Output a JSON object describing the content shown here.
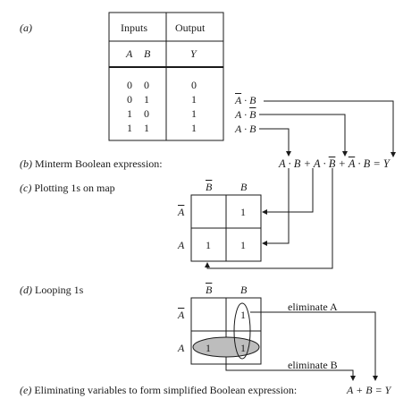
{
  "parts": {
    "a": "(a)",
    "b_label": "(b)",
    "b_text": "Minterm Boolean expression:",
    "c_label": "(c)",
    "c_text": "Plotting 1s on map",
    "d_label": "(d)",
    "d_text": "Looping 1s",
    "e_label": "(e)",
    "e_text": "Eliminating variables to form simplified Boolean expression:"
  },
  "truth_table": {
    "header_inputs": "Inputs",
    "header_output": "Output",
    "col_a": "A",
    "col_b": "B",
    "col_y": "Y",
    "rows": [
      {
        "a": "0",
        "b": "0",
        "y": "0"
      },
      {
        "a": "0",
        "b": "1",
        "y": "1"
      },
      {
        "a": "1",
        "b": "0",
        "y": "1"
      },
      {
        "a": "1",
        "b": "1",
        "y": "1"
      }
    ]
  },
  "minterms": {
    "m1": {
      "v1": "A",
      "dot": "·",
      "v2": "B"
    },
    "m2": {
      "v1": "A",
      "dot": "·",
      "v2": "B"
    },
    "m3": {
      "v1": "A",
      "dot": "·",
      "v2": "B"
    }
  },
  "minterm_expression": {
    "t1a": "A",
    "d1": "·",
    "t1b": "B",
    "p1": "+",
    "t2a": "A",
    "d2": "·",
    "t2b": "B",
    "p2": "+",
    "t3a": "A",
    "d3": "·",
    "t3b": "B",
    "eq": "= Y"
  },
  "kmap_c": {
    "col_notb": "B",
    "col_b": "B",
    "row_nota": "A",
    "row_a": "A",
    "cells": {
      "r0c1": "1",
      "r1c0": "1",
      "r1c1": "1"
    }
  },
  "kmap_d": {
    "col_notb": "B",
    "col_b": "B",
    "row_nota": "A",
    "row_a": "A",
    "cells": {
      "r0c1": "1",
      "r1c0": "1",
      "r1c1": "1"
    },
    "eliminate_a": "eliminate A",
    "eliminate_b": "eliminate B"
  },
  "simplified": {
    "a": "A",
    "plus": "+",
    "b": "B",
    "eq": "= Y"
  }
}
